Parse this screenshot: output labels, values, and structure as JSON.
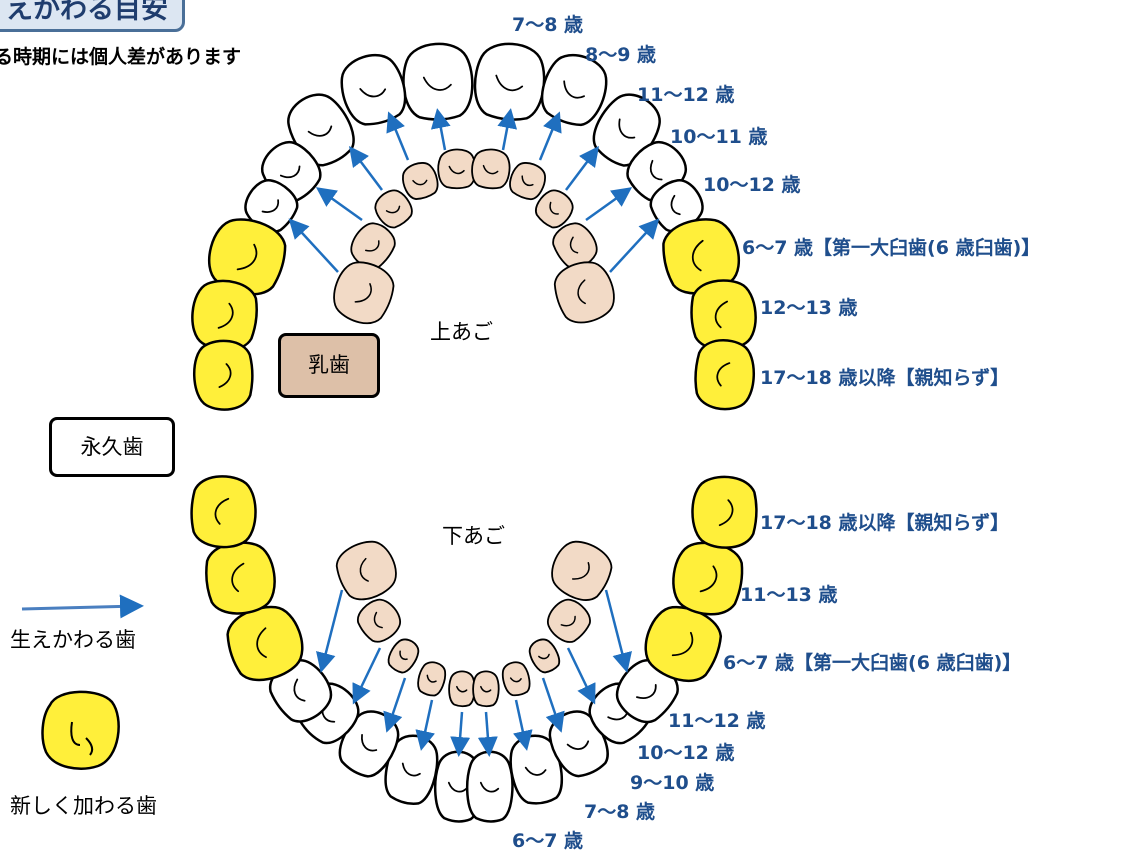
{
  "title": "えかわる目安",
  "note": "る時期には個人差があります",
  "jaw_upper": "上あご",
  "jaw_lower": "下あご",
  "box_baby": "乳歯",
  "box_permanent": "永久歯",
  "legend": {
    "replacing": "生えかわる歯",
    "new": "新しく加わる歯"
  },
  "ages_upper": [
    "7〜8 歳",
    "8〜9 歳",
    "11〜12 歳",
    "10〜11 歳",
    "10〜12 歳",
    "6〜7 歳【第一大臼歯(6 歳臼歯)】",
    "12〜13 歳",
    "17〜18 歳以降【親知らず】"
  ],
  "ages_lower": [
    "17〜18 歳以降【親知らず】",
    "11〜13 歳",
    "6〜7 歳【第一大臼歯(6 歳臼歯)】",
    "11〜12 歳",
    "10〜12 歳",
    "9〜10 歳",
    "7〜8 歳",
    "6〜7 歳"
  ],
  "colors": {
    "yellow_tooth": "#ffef3a",
    "baby_tooth": "#f2dac6",
    "arrow": "#1f6fbf",
    "age_text": "#1f4e8c",
    "title_border": "#4a6f98"
  }
}
